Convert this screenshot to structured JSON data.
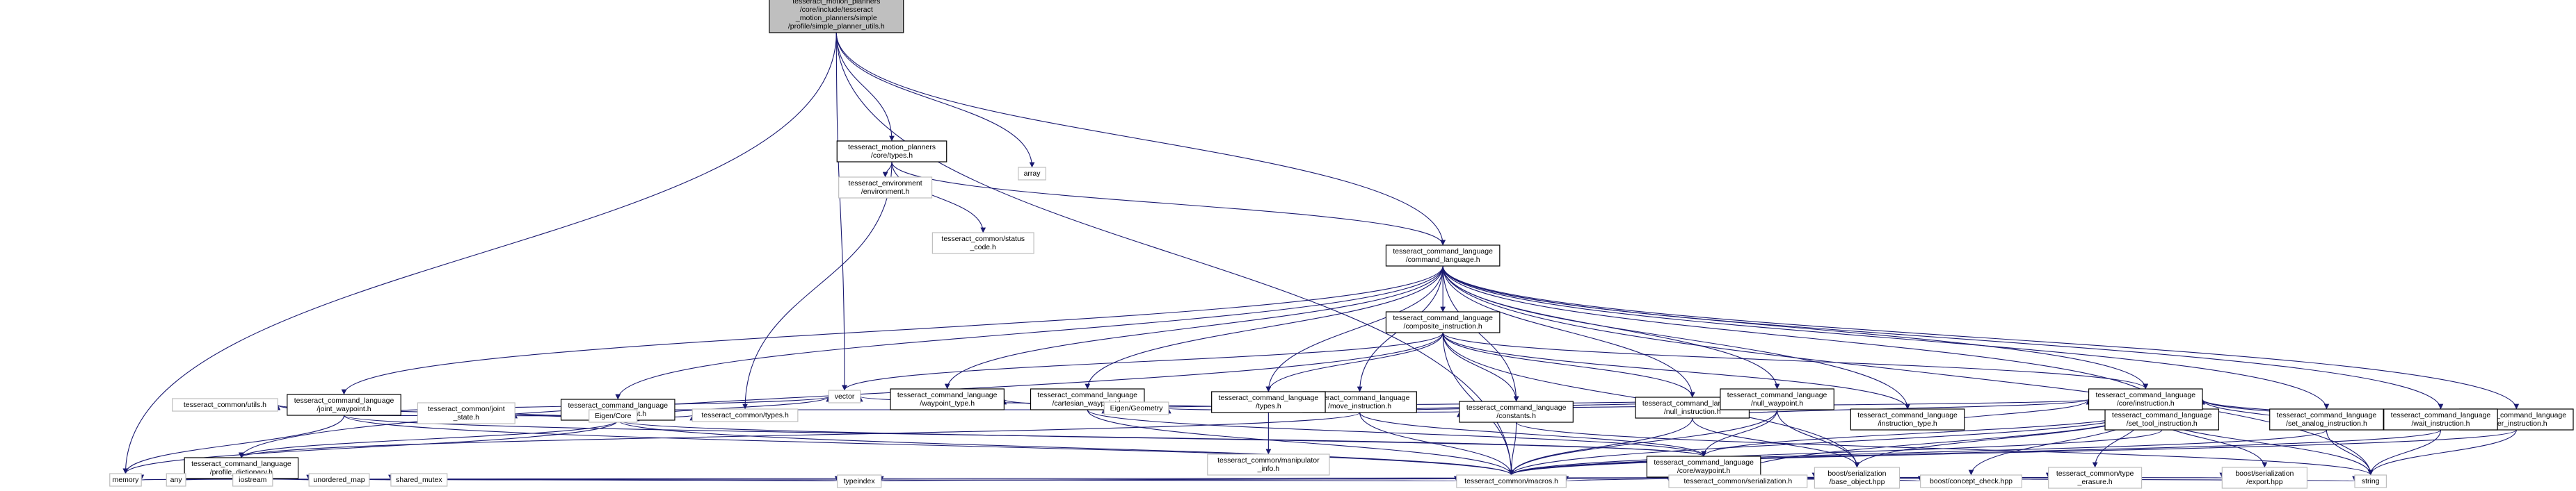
{
  "graph": {
    "nodes": [
      {
        "id": "root",
        "lines": [
          "tesseract_motion_planners",
          "/core/include/tesseract",
          "_motion_planners/simple",
          "/profile/simple_planner_utils.h"
        ],
        "kind": "root"
      },
      {
        "id": "array",
        "lines": [
          "array"
        ],
        "kind": "external"
      },
      {
        "id": "mp_types",
        "lines": [
          "tesseract_motion_planners",
          "/core/types.h"
        ],
        "kind": "internal"
      },
      {
        "id": "env",
        "lines": [
          "tesseract_environment",
          "/environment.h"
        ],
        "kind": "external"
      },
      {
        "id": "status",
        "lines": [
          "tesseract_common/status",
          "_code.h"
        ],
        "kind": "external"
      },
      {
        "id": "cmd_lang",
        "lines": [
          "tesseract_command_language",
          "/command_language.h"
        ],
        "kind": "internal"
      },
      {
        "id": "composite",
        "lines": [
          "tesseract_command_language",
          "/composite_instruction.h"
        ],
        "kind": "internal"
      },
      {
        "id": "joint_wp",
        "lines": [
          "tesseract_command_language",
          "/joint_waypoint.h"
        ],
        "kind": "internal"
      },
      {
        "id": "state_wp",
        "lines": [
          "tesseract_command_language",
          "/state_waypoint.h"
        ],
        "kind": "internal"
      },
      {
        "id": "cart_wp",
        "lines": [
          "tesseract_command_language",
          "/cartesian_waypoint.h"
        ],
        "kind": "internal"
      },
      {
        "id": "move_instr",
        "lines": [
          "tesseract_command_language",
          "/move_instruction.h"
        ],
        "kind": "internal"
      },
      {
        "id": "null_instr",
        "lines": [
          "tesseract_command_language",
          "/null_instruction.h"
        ],
        "kind": "internal"
      },
      {
        "id": "instr_type",
        "lines": [
          "tesseract_command_language",
          "/instruction_type.h"
        ],
        "kind": "internal"
      },
      {
        "id": "set_tool",
        "lines": [
          "tesseract_command_language",
          "/set_tool_instruction.h"
        ],
        "kind": "internal"
      },
      {
        "id": "set_analog",
        "lines": [
          "tesseract_command_language",
          "/set_analog_instruction.h"
        ],
        "kind": "internal"
      },
      {
        "id": "timer",
        "lines": [
          "tesseract_command_language",
          "/timer_instruction.h"
        ],
        "kind": "internal"
      },
      {
        "id": "wait",
        "lines": [
          "tesseract_command_language",
          "/wait_instruction.h"
        ],
        "kind": "internal"
      },
      {
        "id": "utils",
        "lines": [
          "tesseract_common/utils.h"
        ],
        "kind": "external"
      },
      {
        "id": "joint_state",
        "lines": [
          "tesseract_common/joint",
          "_state.h"
        ],
        "kind": "external"
      },
      {
        "id": "eigen_core",
        "lines": [
          "Eigen/Core"
        ],
        "kind": "external"
      },
      {
        "id": "common_types",
        "lines": [
          "tesseract_common/types.h"
        ],
        "kind": "external"
      },
      {
        "id": "vector",
        "lines": [
          "vector"
        ],
        "kind": "external"
      },
      {
        "id": "wp_type",
        "lines": [
          "tesseract_command_language",
          "/waypoint_type.h"
        ],
        "kind": "internal"
      },
      {
        "id": "eigen_geom",
        "lines": [
          "Eigen/Geometry"
        ],
        "kind": "external"
      },
      {
        "id": "cl_types",
        "lines": [
          "tesseract_command_language",
          "/types.h"
        ],
        "kind": "internal"
      },
      {
        "id": "constants",
        "lines": [
          "tesseract_command_language",
          "/constants.h"
        ],
        "kind": "internal"
      },
      {
        "id": "null_wp",
        "lines": [
          "tesseract_command_language",
          "/null_waypoint.h"
        ],
        "kind": "internal"
      },
      {
        "id": "core_instr",
        "lines": [
          "tesseract_command_language",
          "/core/instruction.h"
        ],
        "kind": "internal"
      },
      {
        "id": "manip_info",
        "lines": [
          "tesseract_common/manipulator",
          "_info.h"
        ],
        "kind": "external"
      },
      {
        "id": "profile_dict",
        "lines": [
          "tesseract_command_language",
          "/profile_dictionary.h"
        ],
        "kind": "internal"
      },
      {
        "id": "core_wp",
        "lines": [
          "tesseract_command_language",
          "/core/waypoint.h"
        ],
        "kind": "internal"
      },
      {
        "id": "memory",
        "lines": [
          "memory"
        ],
        "kind": "external"
      },
      {
        "id": "any",
        "lines": [
          "any"
        ],
        "kind": "external"
      },
      {
        "id": "iostream",
        "lines": [
          "iostream"
        ],
        "kind": "external"
      },
      {
        "id": "unordered_map",
        "lines": [
          "unordered_map"
        ],
        "kind": "external"
      },
      {
        "id": "shared_mutex",
        "lines": [
          "shared_mutex"
        ],
        "kind": "external"
      },
      {
        "id": "typeindex",
        "lines": [
          "typeindex"
        ],
        "kind": "external"
      },
      {
        "id": "macros",
        "lines": [
          "tesseract_common/macros.h"
        ],
        "kind": "external"
      },
      {
        "id": "serialization",
        "lines": [
          "tesseract_common/serialization.h"
        ],
        "kind": "external"
      },
      {
        "id": "base_object",
        "lines": [
          "boost/serialization",
          "/base_object.hpp"
        ],
        "kind": "external"
      },
      {
        "id": "concept_check",
        "lines": [
          "boost/concept_check.hpp"
        ],
        "kind": "external"
      },
      {
        "id": "type_erasure",
        "lines": [
          "tesseract_common/type",
          "_erasure.h"
        ],
        "kind": "external"
      },
      {
        "id": "export",
        "lines": [
          "boost/serialization",
          "/export.hpp"
        ],
        "kind": "external"
      },
      {
        "id": "string",
        "lines": [
          "string"
        ],
        "kind": "external"
      }
    ],
    "edges": [
      [
        "root",
        "array"
      ],
      [
        "root",
        "mp_types"
      ],
      [
        "root",
        "cmd_lang"
      ],
      [
        "root",
        "vector"
      ],
      [
        "root",
        "memory"
      ],
      [
        "root",
        "macros"
      ],
      [
        "mp_types",
        "env"
      ],
      [
        "mp_types",
        "status"
      ],
      [
        "mp_types",
        "cmd_lang"
      ],
      [
        "mp_types",
        "common_types"
      ],
      [
        "cmd_lang",
        "composite"
      ],
      [
        "cmd_lang",
        "joint_wp"
      ],
      [
        "cmd_lang",
        "state_wp"
      ],
      [
        "cmd_lang",
        "cart_wp"
      ],
      [
        "cmd_lang",
        "move_instr"
      ],
      [
        "cmd_lang",
        "null_instr"
      ],
      [
        "cmd_lang",
        "instr_type"
      ],
      [
        "cmd_lang",
        "set_tool"
      ],
      [
        "cmd_lang",
        "set_analog"
      ],
      [
        "cmd_lang",
        "timer"
      ],
      [
        "cmd_lang",
        "wait"
      ],
      [
        "cmd_lang",
        "wp_type"
      ],
      [
        "cmd_lang",
        "cl_types"
      ],
      [
        "cmd_lang",
        "constants"
      ],
      [
        "cmd_lang",
        "null_wp"
      ],
      [
        "cmd_lang",
        "core_instr"
      ],
      [
        "cmd_lang",
        "string"
      ],
      [
        "composite",
        "profile_dict"
      ],
      [
        "composite",
        "vector"
      ],
      [
        "composite",
        "cl_types"
      ],
      [
        "composite",
        "constants"
      ],
      [
        "composite",
        "null_instr"
      ],
      [
        "composite",
        "instr_type"
      ],
      [
        "composite",
        "core_instr"
      ],
      [
        "composite",
        "macros"
      ],
      [
        "composite",
        "base_object"
      ],
      [
        "joint_wp",
        "utils"
      ],
      [
        "joint_wp",
        "eigen_core"
      ],
      [
        "joint_wp",
        "vector"
      ],
      [
        "joint_wp",
        "memory"
      ],
      [
        "joint_wp",
        "core_wp"
      ],
      [
        "joint_wp",
        "macros"
      ],
      [
        "state_wp",
        "utils"
      ],
      [
        "state_wp",
        "joint_state"
      ],
      [
        "state_wp",
        "eigen_core"
      ],
      [
        "state_wp",
        "common_types"
      ],
      [
        "state_wp",
        "vector"
      ],
      [
        "state_wp",
        "core_wp"
      ],
      [
        "state_wp",
        "memory"
      ],
      [
        "state_wp",
        "macros"
      ],
      [
        "state_wp",
        "profile_dict"
      ],
      [
        "cart_wp",
        "eigen_core"
      ],
      [
        "cart_wp",
        "eigen_geom"
      ],
      [
        "cart_wp",
        "wp_type"
      ],
      [
        "cart_wp",
        "core_wp"
      ],
      [
        "cart_wp",
        "macros"
      ],
      [
        "cart_wp",
        "null_wp"
      ],
      [
        "move_instr",
        "vector"
      ],
      [
        "move_instr",
        "eigen_geom"
      ],
      [
        "move_instr",
        "cl_types"
      ],
      [
        "move_instr",
        "constants"
      ],
      [
        "move_instr",
        "null_wp"
      ],
      [
        "move_instr",
        "core_instr"
      ],
      [
        "move_instr",
        "core_wp"
      ],
      [
        "move_instr",
        "macros"
      ],
      [
        "move_instr",
        "profile_dict"
      ],
      [
        "null_instr",
        "core_instr"
      ],
      [
        "null_instr",
        "macros"
      ],
      [
        "null_instr",
        "base_object"
      ],
      [
        "instr_type",
        "core_instr"
      ],
      [
        "set_tool",
        "core_instr"
      ],
      [
        "set_tool",
        "macros"
      ],
      [
        "set_analog",
        "core_instr"
      ],
      [
        "set_analog",
        "macros"
      ],
      [
        "set_analog",
        "string"
      ],
      [
        "timer",
        "core_instr"
      ],
      [
        "timer",
        "macros"
      ],
      [
        "timer",
        "string"
      ],
      [
        "wait",
        "core_instr"
      ],
      [
        "wait",
        "macros"
      ],
      [
        "wait",
        "string"
      ],
      [
        "cl_types",
        "manip_info"
      ],
      [
        "constants",
        "macros"
      ],
      [
        "constants",
        "string"
      ],
      [
        "null_wp",
        "core_wp"
      ],
      [
        "null_wp",
        "macros"
      ],
      [
        "null_wp",
        "base_object"
      ],
      [
        "core_instr",
        "core_wp"
      ],
      [
        "core_instr",
        "macros"
      ],
      [
        "core_instr",
        "serialization"
      ],
      [
        "core_instr",
        "base_object"
      ],
      [
        "core_instr",
        "concept_check"
      ],
      [
        "core_instr",
        "type_erasure"
      ],
      [
        "core_instr",
        "export"
      ],
      [
        "core_instr",
        "string"
      ],
      [
        "profile_dict",
        "memory"
      ],
      [
        "profile_dict",
        "any"
      ],
      [
        "profile_dict",
        "iostream"
      ],
      [
        "profile_dict",
        "unordered_map"
      ],
      [
        "profile_dict",
        "shared_mutex"
      ],
      [
        "profile_dict",
        "typeindex"
      ],
      [
        "profile_dict",
        "macros"
      ],
      [
        "core_wp",
        "memory"
      ],
      [
        "core_wp",
        "typeindex"
      ],
      [
        "core_wp",
        "macros"
      ],
      [
        "core_wp",
        "serialization"
      ],
      [
        "core_wp",
        "base_object"
      ],
      [
        "core_wp",
        "concept_check"
      ],
      [
        "core_wp",
        "type_erasure"
      ],
      [
        "core_wp",
        "export"
      ],
      [
        "core_wp",
        "string"
      ]
    ]
  },
  "colors": {
    "root_fill": "#bfbfbf",
    "internal_border": "#000000",
    "external_border": "#bfbfbf",
    "edge": "#191970",
    "text": "#000000"
  }
}
